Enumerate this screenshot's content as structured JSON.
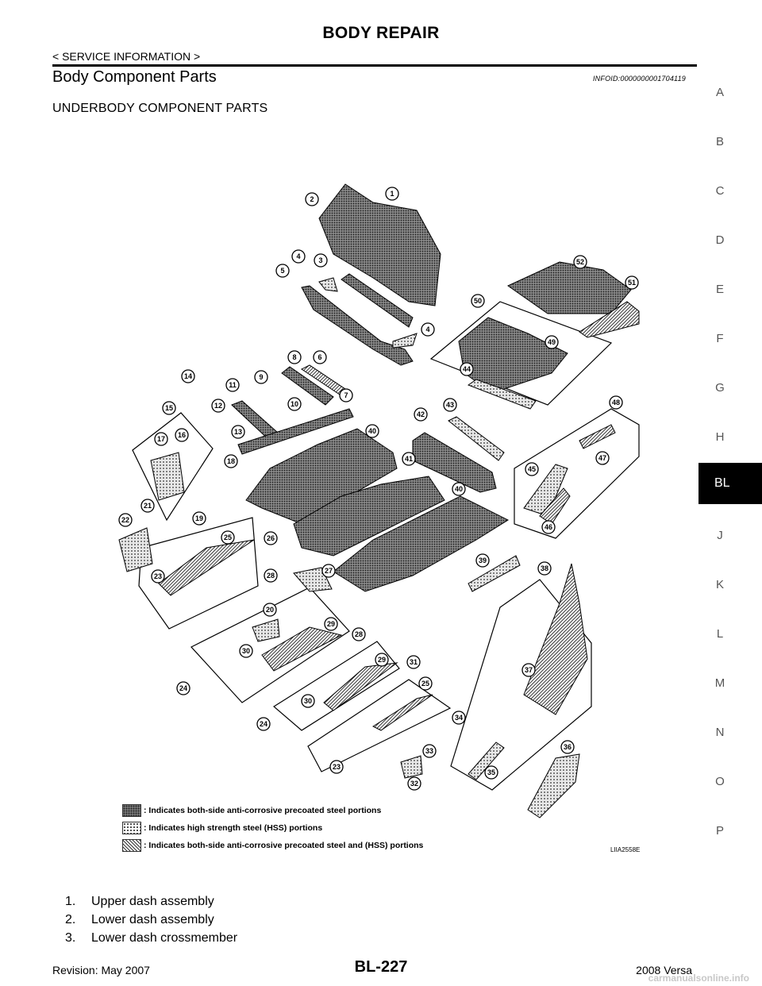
{
  "header": {
    "title": "BODY REPAIR",
    "subtitle": "< SERVICE INFORMATION >"
  },
  "section": {
    "title": "Body Component Parts",
    "info_id": "INFOID:0000000001704119",
    "subsection": "UNDERBODY COMPONENT PARTS"
  },
  "sidebar": {
    "letters": [
      "A",
      "B",
      "C",
      "D",
      "E",
      "F",
      "G",
      "H",
      "BL",
      "J",
      "K",
      "L",
      "M",
      "N",
      "O",
      "P"
    ],
    "active": "BL"
  },
  "diagram": {
    "callouts": [
      "1",
      "2",
      "3",
      "4",
      "5",
      "4",
      "52",
      "51",
      "50",
      "49",
      "44",
      "8",
      "6",
      "9",
      "14",
      "11",
      "7",
      "10",
      "12",
      "15",
      "16",
      "17",
      "13",
      "40",
      "42",
      "43",
      "48",
      "41",
      "18",
      "47",
      "45",
      "40",
      "21",
      "22",
      "19",
      "26",
      "25",
      "46",
      "39",
      "38",
      "23",
      "28",
      "27",
      "20",
      "29",
      "28",
      "30",
      "29",
      "31",
      "24",
      "25",
      "37",
      "30",
      "34",
      "24",
      "33",
      "36",
      "23",
      "35",
      "32"
    ],
    "figure_id": "LIIA2558E",
    "legend": [
      ": Indicates both-side anti-corrosive precoated steel portions",
      ": Indicates high strength steel (HSS) portions",
      ": Indicates both-side anti-corrosive precoated steel and (HSS) portions"
    ]
  },
  "parts": [
    {
      "num": "1.",
      "label": "Upper dash assembly"
    },
    {
      "num": "2.",
      "label": "Lower dash assembly"
    },
    {
      "num": "3.",
      "label": "Lower dash crossmember"
    }
  ],
  "footer": {
    "revision": "Revision: May 2007",
    "page": "BL-227",
    "model": "2008 Versa",
    "watermark": "carmanualsonline.info"
  }
}
